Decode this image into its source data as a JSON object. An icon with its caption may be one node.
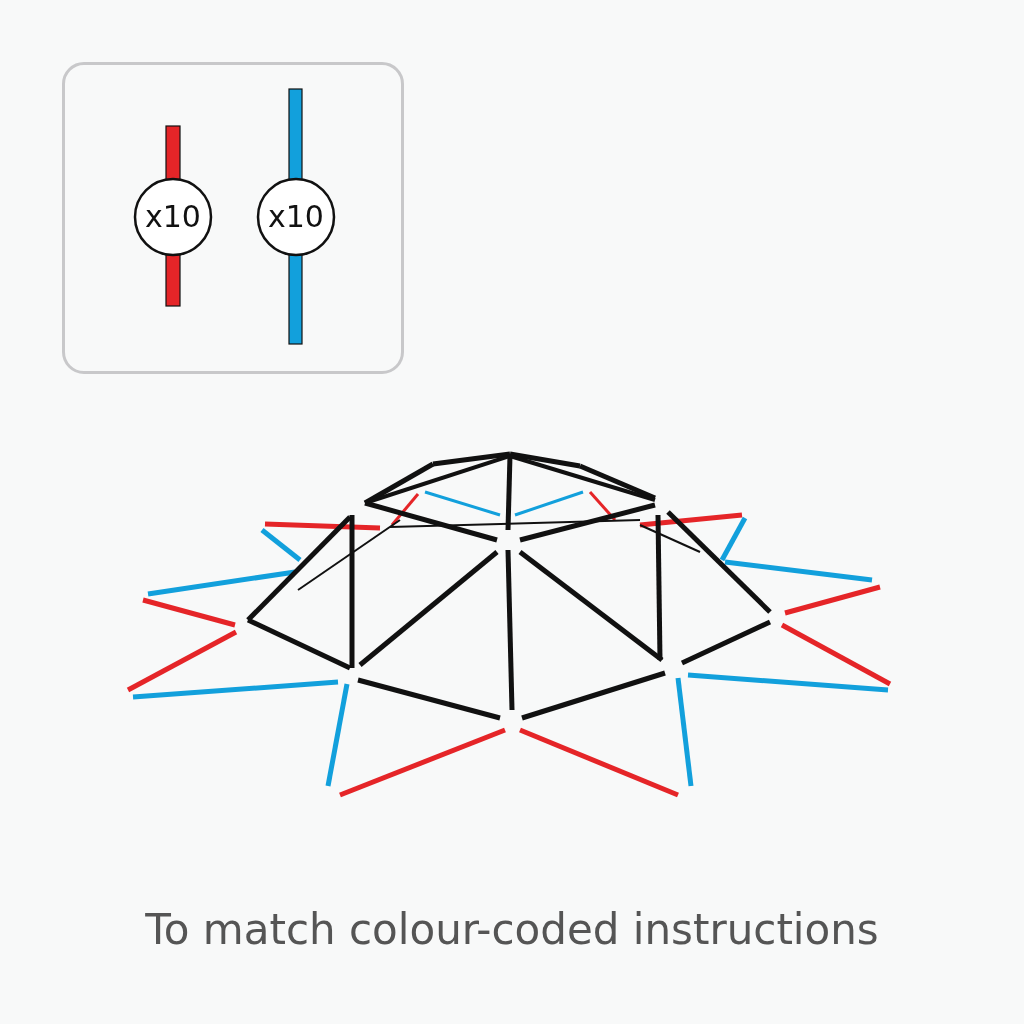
{
  "diagram": {
    "caption": "To match colour-coded instructions",
    "legend": [
      {
        "text": "x10",
        "color": "#e52528"
      },
      {
        "text": "x10",
        "color": "#12a0dc"
      }
    ]
  }
}
